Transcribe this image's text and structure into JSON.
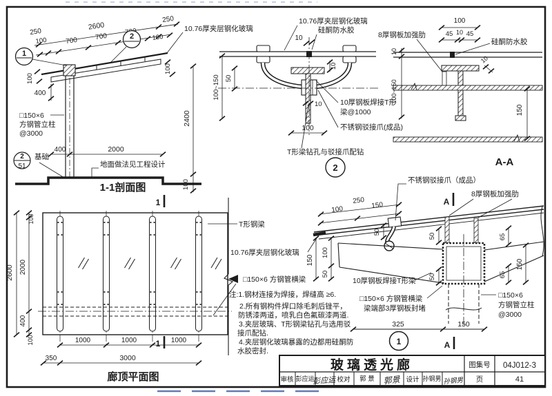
{
  "sheet": {
    "bg": "#ffffff",
    "ink": "#1d1d1d",
    "scan_blue": "#4b63a6"
  },
  "section_view": {
    "title": "1-1剖面图",
    "callout_detail1": "1",
    "callout_detail2": "2",
    "callout_foundation_num": "2",
    "callout_foundation_den": "51",
    "labels": {
      "glass": "10.76厚夹层钢化玻璃",
      "column_l1": "□150×6",
      "column_l2": "方钢管立柱",
      "column_l3": "@3000",
      "foundation": "基础",
      "ground": "地面做法见工程设计"
    },
    "dims": {
      "total": "2600",
      "seg700a": "700",
      "seg700b": "700",
      "seg700c": "700",
      "left250": "250",
      "left100": "100",
      "right250": "250",
      "right100": "100",
      "edge100": "100",
      "drop400": "400",
      "height2400": "2400",
      "right_top100": "100",
      "step100": "100",
      "base400": "400",
      "span2000": "2000"
    }
  },
  "detail2": {
    "bubble": "2",
    "labels": {
      "glass": "10.76厚夹层钢化玻璃",
      "sealant": "硅酮防水胶",
      "tbeam_l1": "10厚钢板焊接T形",
      "tbeam_l2": "梁@1000",
      "clamp": "不锈钢驳接爪(成品)",
      "drill": "T形梁钻孔与驳接爪配钻"
    },
    "dims": {
      "joint": "10",
      "flange_t": "10",
      "d50": "50",
      "range": "100~150",
      "stem": "10",
      "flange_w": "100"
    }
  },
  "aa_view": {
    "title": "A-A",
    "labels": {
      "rib": "8厚钢板加强肋",
      "sealant": "硅酮防水胶"
    },
    "dims": {
      "w100": "100",
      "a45": "45",
      "m10": "10",
      "b45": "45",
      "glass10": "10",
      "range": "100~150",
      "diag10": "10",
      "h150": "150"
    }
  },
  "plan_view": {
    "title": "廊顶平面图",
    "section_mark_top": "1",
    "section_mark_bottom": "1",
    "dims": {
      "v_total": "2600",
      "v100a": "100",
      "v2000": "2000",
      "v400": "400",
      "v100b": "100",
      "b1000a": "1000",
      "b1000b": "1000",
      "b1000c": "1000",
      "b3000": "3000",
      "b350": "350"
    }
  },
  "mid_labels": {
    "tbeam": "T形钢梁",
    "glass": "10.76厚夹层钢化玻璃",
    "crossbeam": "□150×6 方钢管横梁"
  },
  "notes": {
    "l1": "注:1.钢材连接为焊接，焊缝高 ≥6.",
    "l2": "2.所有钢构件焊口除毛刺后锉平，",
    "l3": "防锈漆两道，喷乳白色氟碳漆两道.",
    "l4": "3.夹层玻璃、T形钢梁钻孔与选用驳",
    "l5": "接爪配钻.",
    "l6": "4.夹层钢化玻璃暴露的边都用硅酮防",
    "l7": "水胶密封."
  },
  "detail1": {
    "bubble": "1",
    "section_mark_top": "A",
    "section_mark_bottom": "A",
    "labels": {
      "clamp": "不锈钢驳接爪（成品）",
      "rib": "8厚钢板加强肋",
      "tbeam": "10厚钢板焊接T形梁",
      "crossbeam_l1": "□150×6 方钢管横梁",
      "crossbeam_l2": "梁端部3厚钢板封堵",
      "column_l1": "□150×6",
      "column_l2": "方钢管立柱",
      "column_l3": "@3000"
    },
    "dims": {
      "top250": "250",
      "top100": "100",
      "top150": "150",
      "left150": "150",
      "left100": "100",
      "left50": "50",
      "fit50": "50",
      "mid50a": "50",
      "mid50b": "50",
      "right65a": "65",
      "right65b": "65",
      "right150": "150",
      "bot325": "325",
      "bot150": "150"
    }
  },
  "title_block": {
    "title": "玻璃透光廊",
    "atlas_label": "图集号",
    "atlas_no": "04J012-3",
    "page_label": "页",
    "page_no": "41",
    "review_label": "审核",
    "review_name": "彭应运",
    "review_sig": "彭应运",
    "check_label": "校对",
    "check_name": "郭 景",
    "check_sig": "郭景",
    "design_label": "设计",
    "design_name": "孙钢男",
    "design_sig": "孙钢男"
  }
}
